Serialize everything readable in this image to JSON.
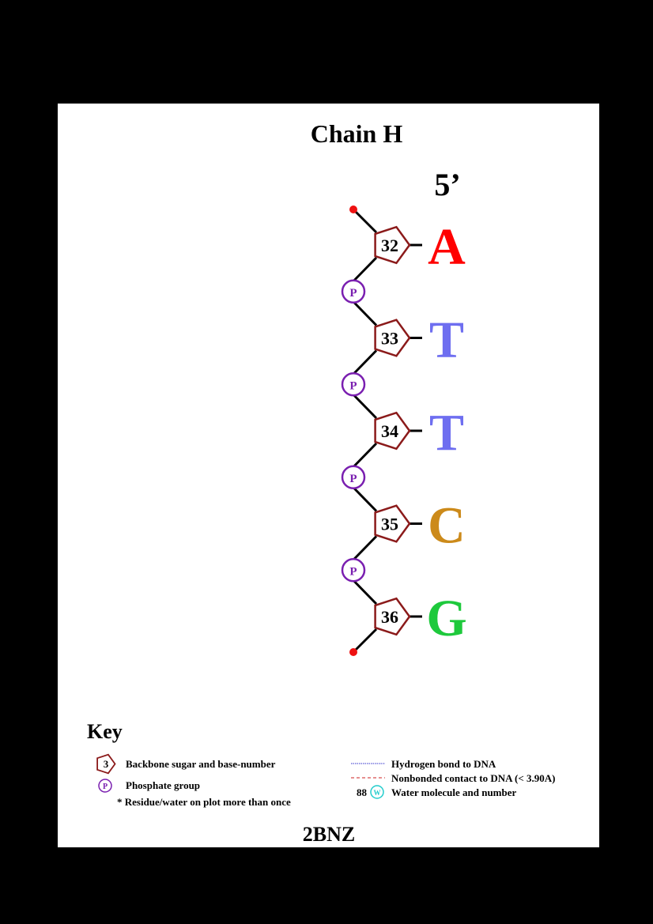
{
  "chain_title": "Chain H",
  "five_prime_label": "5’",
  "residues": [
    {
      "number": "32",
      "base": "A",
      "color": "#ff0000"
    },
    {
      "number": "33",
      "base": "T",
      "color": "#6e6ef0"
    },
    {
      "number": "34",
      "base": "T",
      "color": "#6e6ef0"
    },
    {
      "number": "35",
      "base": "C",
      "color": "#cc8a1a"
    },
    {
      "number": "36",
      "base": "G",
      "color": "#1ec93c"
    }
  ],
  "phosphate_label": "P",
  "colors": {
    "sugar": "#8b1a1a",
    "phosphate": "#7a1fb0",
    "terminal_dot": "#ee1111",
    "hbond": "#3333cc",
    "nonbonded": "#cc2222",
    "water": "#22cccc"
  },
  "key": {
    "title": "Key",
    "sugar_icon_number": "3",
    "sugar_label": "Backbone sugar and base-number",
    "phosphate_icon_label": "P",
    "phosphate_label": "Phosphate group",
    "repeat_note": "* Residue/water on plot more than once",
    "hbond_label": "Hydrogen bond to DNA",
    "nonbonded_label": "Nonbonded contact to DNA (< 3.90A)",
    "water_number": "88",
    "water_icon_label": "W",
    "water_label": "Water molecule and number"
  },
  "pdb_id": "2BNZ"
}
